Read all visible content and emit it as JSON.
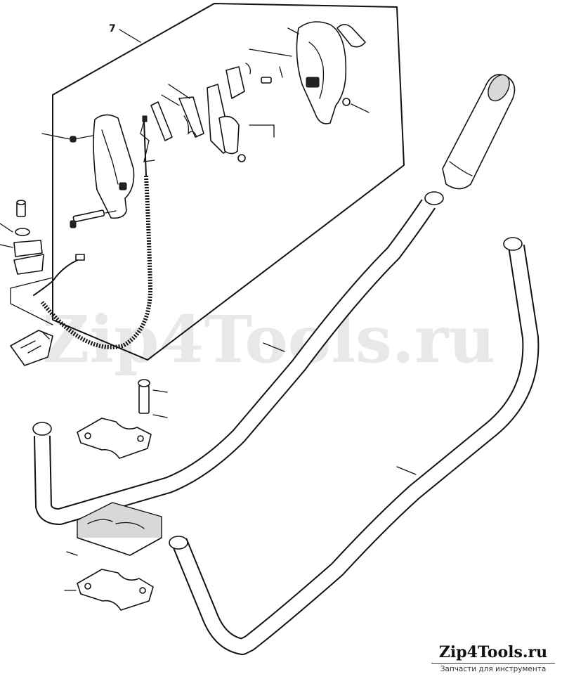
{
  "diagram": {
    "callout_label": "7",
    "watermark": "Zip4Tools.ru"
  },
  "brand": {
    "name": "Zip4Tools.ru",
    "tagline": "Запчасти для инструмента"
  },
  "colors": {
    "line": "#111111",
    "watermark": "#bfbfbf",
    "background": "#ffffff"
  }
}
